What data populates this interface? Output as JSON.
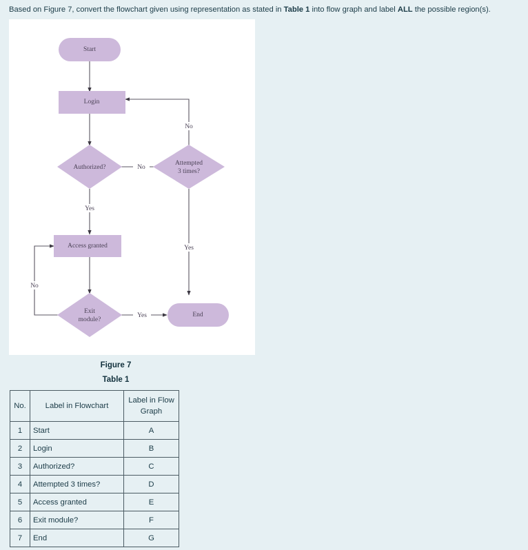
{
  "question": {
    "text_parts": [
      {
        "t": "Based on Figure 7, convert the flowchart given using representation as stated in ",
        "b": false
      },
      {
        "t": "Table 1",
        "b": true
      },
      {
        "t": " into flow graph and label ",
        "b": false
      },
      {
        "t": "ALL",
        "b": true
      },
      {
        "t": " the possible region(s).",
        "b": false
      }
    ],
    "plain": "Based on Figure 7, convert the flowchart given using representation as stated in Table 1 into flow graph and label ALL the possible region(s)."
  },
  "figure": {
    "caption": "Figure 7",
    "panel_background": "#ffffff",
    "node_fill": "#cdb9db",
    "edge_color": "#5a5560",
    "nodes": [
      {
        "id": "start",
        "label": "Start",
        "shape": "stadium"
      },
      {
        "id": "login",
        "label": "Login",
        "shape": "rect"
      },
      {
        "id": "authorized",
        "label": "Authorized?",
        "shape": "diamond"
      },
      {
        "id": "attempted",
        "label_line1": "Attempted",
        "label_line2": "3 times?",
        "shape": "diamond"
      },
      {
        "id": "access",
        "label": "Access granted",
        "shape": "rect"
      },
      {
        "id": "exit",
        "label_line1": "Exit",
        "label_line2": "module?",
        "shape": "diamond"
      },
      {
        "id": "end",
        "label": "End",
        "shape": "stadium"
      }
    ],
    "edges": [
      {
        "from": "start",
        "to": "login",
        "label": ""
      },
      {
        "from": "login",
        "to": "authorized",
        "label": ""
      },
      {
        "from": "authorized",
        "to": "attempted",
        "label": "No"
      },
      {
        "from": "authorized",
        "to": "access",
        "label": "Yes"
      },
      {
        "from": "attempted",
        "to": "login",
        "label": "No"
      },
      {
        "from": "attempted",
        "to": "end",
        "label": "Yes"
      },
      {
        "from": "access",
        "to": "exit",
        "label": ""
      },
      {
        "from": "exit",
        "to": "end",
        "label": "Yes"
      },
      {
        "from": "exit",
        "to": "access",
        "label": "No"
      }
    ]
  },
  "table": {
    "caption": "Table 1",
    "headers": [
      "No.",
      "Label in Flowchart",
      "Label in Flow Graph"
    ],
    "header_graph_line1": "Label in Flow",
    "header_graph_line2": "Graph",
    "rows": [
      {
        "no": "1",
        "flowchart": "Start",
        "graph": "A"
      },
      {
        "no": "2",
        "flowchart": "Login",
        "graph": "B"
      },
      {
        "no": "3",
        "flowchart": "Authorized?",
        "graph": "C"
      },
      {
        "no": "4",
        "flowchart": "Attempted 3 times?",
        "graph": "D"
      },
      {
        "no": "5",
        "flowchart": "Access granted",
        "graph": "E"
      },
      {
        "no": "6",
        "flowchart": "Exit module?",
        "graph": "F"
      },
      {
        "no": "7",
        "flowchart": "End",
        "graph": "G"
      }
    ]
  }
}
